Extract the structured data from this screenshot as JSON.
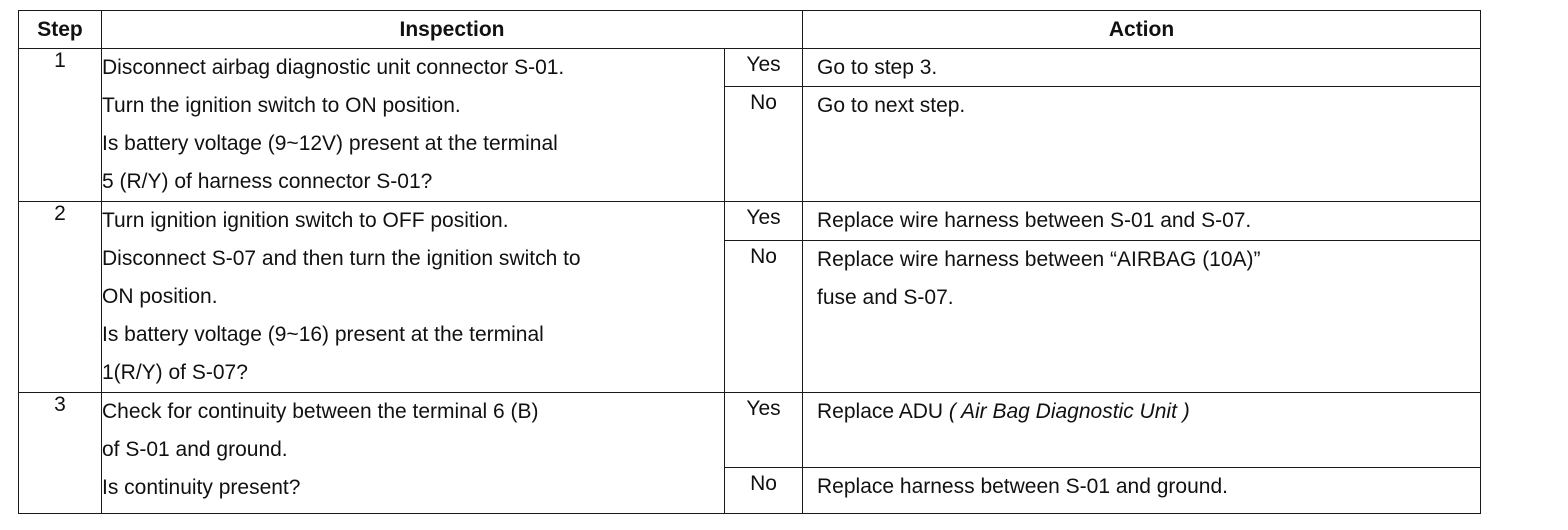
{
  "table": {
    "headers": {
      "step": "Step",
      "inspection": "Inspection",
      "action": "Action"
    },
    "rows": [
      {
        "step": "1",
        "inspection": [
          "Disconnect airbag diagnostic unit connector S-01.",
          "Turn the ignition switch to ON position.",
          "Is battery voltage (9~12V) present at the terminal",
          "5 (R/Y) of harness connector S-01?"
        ],
        "yes_label": "Yes",
        "yes_action": [
          "Go to step 3."
        ],
        "no_label": "No",
        "no_action": [
          "Go to next step."
        ]
      },
      {
        "step": "2",
        "inspection": [
          "Turn ignition ignition switch to OFF position.",
          "Disconnect S-07 and then turn the ignition switch to",
          "ON position.",
          "Is battery voltage (9~16) present at the terminal",
          "1(R/Y) of S-07?"
        ],
        "yes_label": "Yes",
        "yes_action": [
          "Replace wire harness between S-01 and S-07."
        ],
        "no_label": "No",
        "no_action": [
          "Replace wire harness between “AIRBAG (10A)”",
          "fuse and S-07."
        ]
      },
      {
        "step": "3",
        "inspection": [
          "Check for continuity between the terminal 6 (B)",
          "of S-01 and ground.",
          "Is continuity present?"
        ],
        "yes_label": "Yes",
        "yes_action_prefix": "Replace ADU",
        "yes_action_italic": "( Air Bag Diagnostic Unit )",
        "no_label": "No",
        "no_action": [
          "Replace harness between S-01 and ground."
        ]
      }
    ]
  }
}
